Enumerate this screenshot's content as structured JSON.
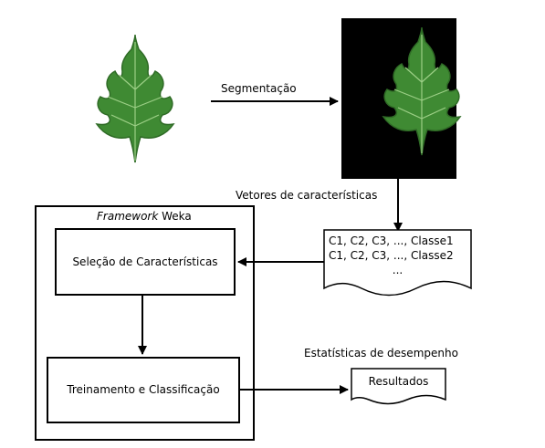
{
  "diagram": {
    "segmentation_label": "Segmentação",
    "feature_vectors_label": "Vetores de características",
    "framework": {
      "title_italic": "Framework",
      "title_rest": " Weka"
    },
    "feature_selection_label": "Seleção de Características",
    "training_label": "Treinamento e Classificação",
    "data_document": {
      "line1": "C1, C2, C3, ..., Classe1",
      "line2": "C1, C2, C3, ..., Classe2",
      "line3": "..."
    },
    "statistics_label": "Estatísticas de desempenho",
    "results_label": "Resultados"
  },
  "colors": {
    "leaf_dark": "#2f6b26",
    "leaf_mid": "#3f8a33",
    "leaf_vein": "#9ccf86",
    "segmented_background": "#000000",
    "stroke": "#000000"
  }
}
